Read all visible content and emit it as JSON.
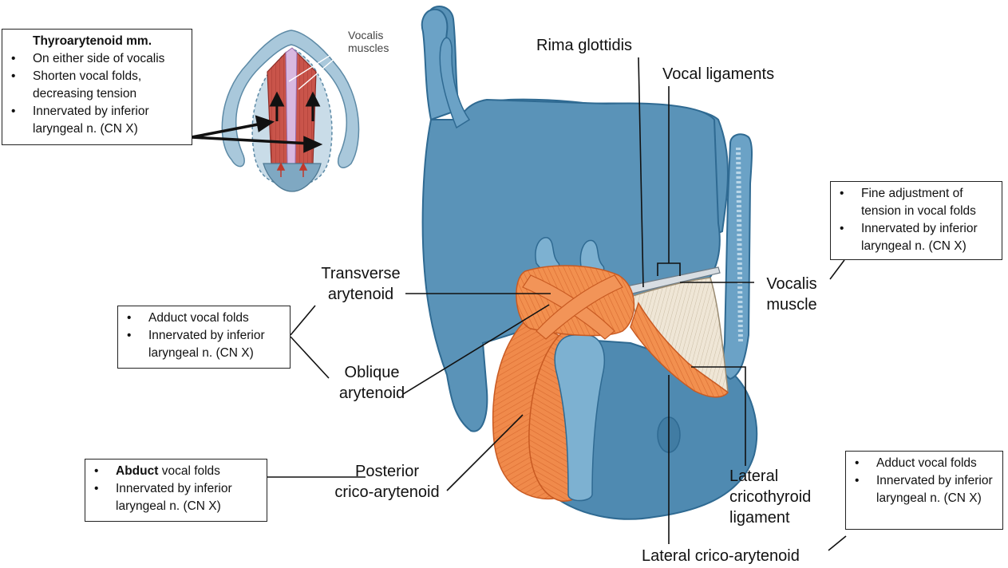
{
  "labels": {
    "rima_glottidis": "Rima glottidis",
    "vocal_ligaments": "Vocal ligaments",
    "transverse_arytenoid": [
      "Transverse",
      "arytenoid"
    ],
    "vocalis_muscle": [
      "Vocalis",
      "muscle"
    ],
    "oblique_arytenoid": [
      "Oblique",
      "arytenoid"
    ],
    "posterior_crico_arytenoid": [
      "Posterior",
      "crico-arytenoid"
    ],
    "lateral_cricothyroid_ligament": [
      "Lateral",
      "cricothyroid",
      "ligament"
    ],
    "lateral_crico_arytenoid": "Lateral crico-arytenoid",
    "inset_vocalis_muscles": [
      "Vocalis",
      "muscles"
    ]
  },
  "boxes": {
    "thyroarytenoid": {
      "title": "Thyroarytenoid mm.",
      "items": [
        "On either side of vocalis",
        "Shorten vocal folds, decreasing tension",
        "Innervated by inferior laryngeal n. (CN X)"
      ]
    },
    "cricothyroid": {
      "items": [
        "Fine adjustment of tension in vocal folds",
        "Innervated by inferior laryngeal n. (CN X)"
      ]
    },
    "arytenoid": {
      "items": [
        "Adduct vocal folds",
        "Innervated by inferior laryngeal n. (CN X)"
      ]
    },
    "posterior": {
      "items": [
        {
          "bold": "Abduct",
          "text": " vocal folds"
        },
        {
          "bold": "",
          "text": "Innervated by inferior laryngeal n. (CN X)"
        }
      ]
    },
    "lateral": {
      "items": [
        "Adduct vocal folds",
        "Innervated by inferior laryngeal n. (CN X)"
      ]
    }
  },
  "colors": {
    "cartilage": "#5a93b8",
    "cartilage_dark": "#2f6a92",
    "muscle": "#f08a4b",
    "muscle_dark": "#c85a22",
    "vocalis": "#efe6d6"
  }
}
